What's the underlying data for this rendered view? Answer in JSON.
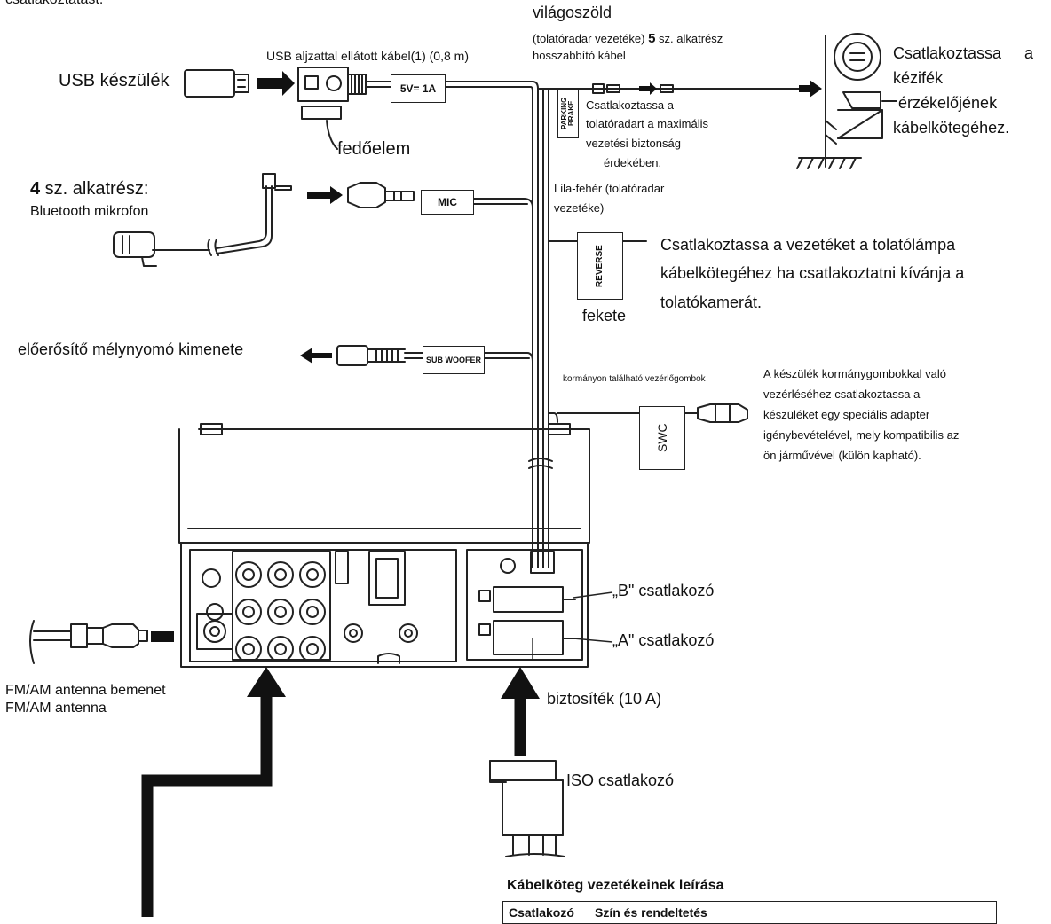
{
  "header_fragment": "csatlakoztatást:",
  "labels": {
    "usb_device": "USB készülék",
    "usb_cable": "USB aljzattal ellátott kábel(1) (0,8 m)",
    "cover": "fedőelem",
    "light_green": "világoszöld",
    "ext_cable_line1_a": "(tolatóradar vezetéke) ",
    "ext_cable_line1_b": "5",
    "ext_cable_line1_c": " sz. alkatrész",
    "ext_cable_line2": "hosszabbító kábel",
    "parking_note_1": "Csatlakoztassa a",
    "parking_note_2": "tolatóradart a maximális",
    "parking_note_3": "vezetési biztonság",
    "parking_note_4": "érdekében.",
    "handbrake_1": "Csatlakoztassa",
    "handbrake_1b": "a",
    "handbrake_2": "kézifék",
    "handbrake_3": "érzékelőjének",
    "handbrake_4": "kábelkötegéhez.",
    "part4_num": "4",
    "part4_text": " sz. alkatrész:",
    "bt_mic": "Bluetooth mikrofon",
    "purple_white_1": "Lila-fehér (tolatóradar",
    "purple_white_2": "vezetéke)",
    "reverse_1": "Csatlakoztassa a vezetéket a tolatólámpa",
    "reverse_2": "kábelkötegéhez ha csatlakoztatni kívánja a",
    "reverse_3": "tolatókamerát.",
    "black": "fekete",
    "sub_out": "előerősítő mélynyomó kimenete",
    "swc_small": "kormányon található vezérlőgombok",
    "swc_1": "A készülék kormánygombokkal való",
    "swc_2": "vezérléséhez csatlakoztassa a",
    "swc_3": "készüléket egy speciális adapter",
    "swc_4": "igénybevételével, mely kompatibilis az",
    "swc_5": "ön járművével (külön kapható).",
    "conn_b": "„B\" csatlakozó",
    "conn_a": "„A\" csatlakozó",
    "antenna_in": "FM/AM antenna bemenet",
    "antenna": "FM/AM antenna",
    "fuse": "biztosíték (10 A)",
    "iso": "ISO csatlakozó"
  },
  "tags": {
    "power": "5V= 1A",
    "mic": "MIC",
    "parking": "PARKING BRAKE",
    "reverse": "REVERSE",
    "sub": "SUB WOOFER",
    "swc": "SWC"
  },
  "table": {
    "title": "Kábelköteg vezetékeinek leírása",
    "headers": [
      "Csatlakozó",
      "Szín és rendeltetés"
    ]
  }
}
